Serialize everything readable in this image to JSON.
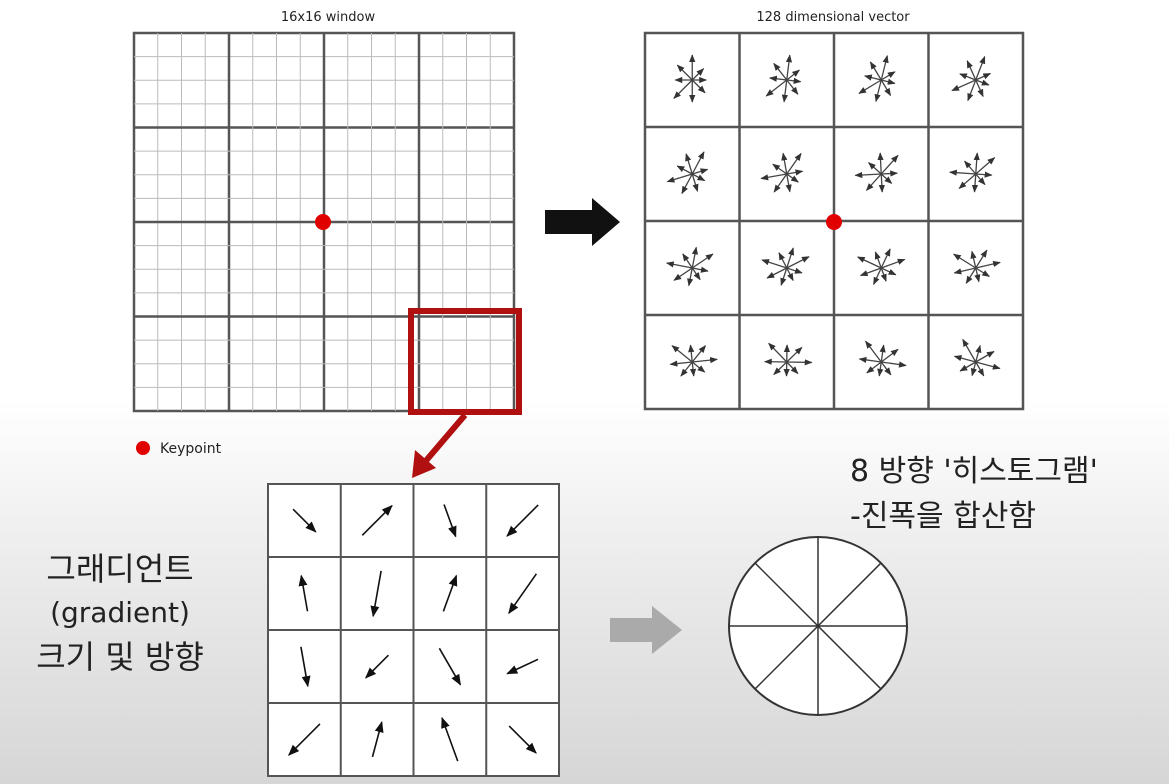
{
  "labels": {
    "window_title": "16x16 window",
    "vector_title": "128 dimensional vector",
    "keypoint": "Keypoint",
    "gradient_line1": "그래디언트",
    "gradient_line2": "(gradient)",
    "gradient_line3": "크기 및 방향",
    "hist_line1": "8 방향 '히스토그램'",
    "hist_line2": "-진폭을 합산함"
  },
  "colors": {
    "keypoint": "#e00000",
    "highlight": "#b01010",
    "grid": "#555555",
    "arrow": "#111111",
    "gray_arrow": "#aaaaaa"
  },
  "gradient_arrows": [
    [
      315,
      45,
      290,
      225
    ],
    [
      100,
      260,
      70,
      235
    ],
    [
      280,
      225,
      300,
      205
    ],
    [
      225,
      75,
      110,
      315
    ]
  ],
  "histogram_bins": 8
}
